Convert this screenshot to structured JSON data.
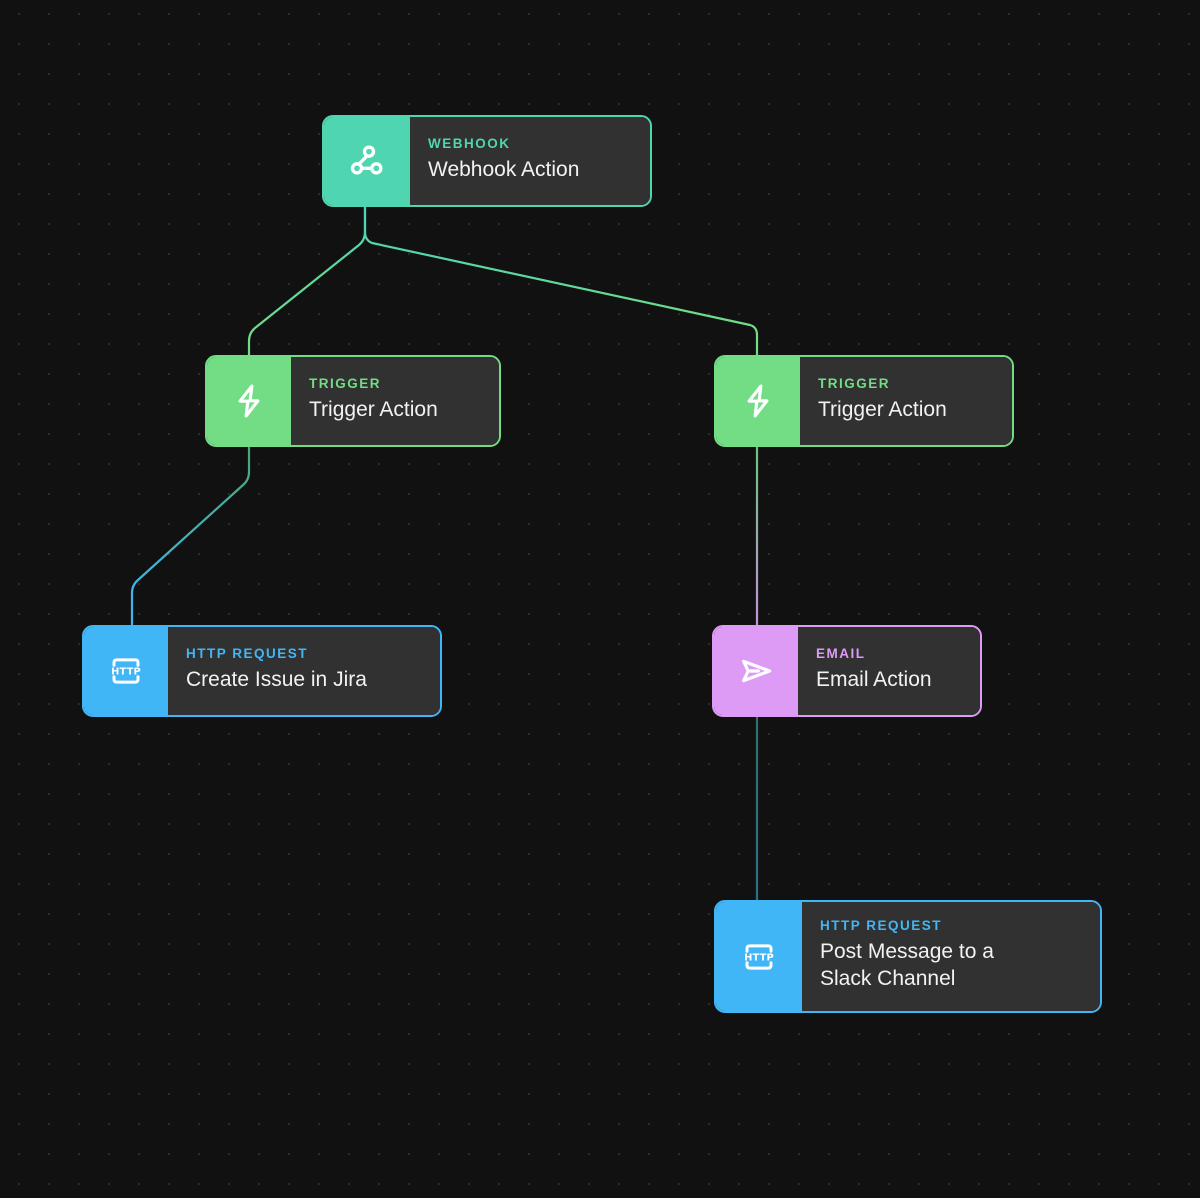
{
  "canvas": {
    "background_color": "#111111",
    "dot_color": "#2b2b2b",
    "node_body_color": "#313131",
    "title_color": "#f2f2f2"
  },
  "nodes": [
    {
      "id": "webhook",
      "kicker": "WEBHOOK",
      "title": "Webhook Action",
      "icon": "webhook-share-icon",
      "accent": "#4fd6b0"
    },
    {
      "id": "trigger-left",
      "kicker": "TRIGGER",
      "title": "Trigger Action",
      "icon": "lightning-bolt-icon",
      "accent": "#72dd84"
    },
    {
      "id": "trigger-right",
      "kicker": "TRIGGER",
      "title": "Trigger Action",
      "icon": "lightning-bolt-icon",
      "accent": "#72dd84"
    },
    {
      "id": "http-jira",
      "kicker": "HTTP REQUEST",
      "title": "Create Issue in Jira",
      "icon": "http-scan-frame-icon",
      "accent": "#41b6f7"
    },
    {
      "id": "email",
      "kicker": "EMAIL",
      "title": "Email Action",
      "icon": "paper-plane-icon",
      "accent": "#dd9bf5"
    },
    {
      "id": "http-slack",
      "kicker": "HTTP REQUEST",
      "title": "Post Message to a\nSlack Channel",
      "icon": "http-scan-frame-icon",
      "accent": "#41b6f7"
    }
  ],
  "edges": [
    {
      "id": "webhook-to-trigger-left",
      "from": "webhook",
      "to": "trigger-left",
      "from_color": "#4fd6b0",
      "to_color": "#72dd84"
    },
    {
      "id": "webhook-to-trigger-right",
      "from": "webhook",
      "to": "trigger-right",
      "from_color": "#4fd6b0",
      "to_color": "#72dd84"
    },
    {
      "id": "trigger-left-to-http-jira",
      "from": "trigger-left",
      "to": "http-jira",
      "from_color": "#3f9e6a",
      "to_color": "#41b6f7"
    },
    {
      "id": "trigger-right-to-email",
      "from": "trigger-right",
      "to": "email",
      "from_color": "#5cae74",
      "to_color": "#b98bd0"
    },
    {
      "id": "email-to-http-slack",
      "from": "email",
      "to": "http-slack",
      "from_color": "#2f6a63",
      "to_color": "#2f6f86"
    }
  ],
  "icon_glyphs": {
    "webhook-share-icon": "three connected nodes",
    "lightning-bolt-icon": "outlined bolt",
    "http-scan-frame-icon": "corner bracket frame with HTTP",
    "paper-plane-icon": "outlined send arrow"
  }
}
